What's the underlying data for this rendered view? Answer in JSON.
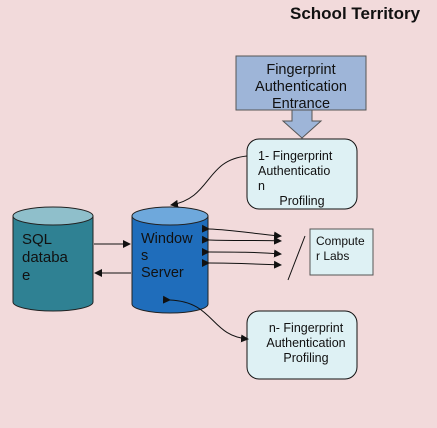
{
  "header": {
    "title": "School Territory"
  },
  "entrance": {
    "lines": [
      "Fingerprint",
      "Authentication",
      "Entrance"
    ]
  },
  "profiling_first": {
    "lines": [
      "1- Fingerprint",
      "Authenticatio",
      "n",
      "Profiling"
    ]
  },
  "computer_labs": {
    "lines": [
      "Compute",
      "r Labs"
    ]
  },
  "profiling_last": {
    "lines": [
      "n- Fingerprint",
      "Authentication",
      "Profiling"
    ]
  },
  "sql_db": {
    "lines": [
      "SQL",
      "databa",
      "e"
    ]
  },
  "server": {
    "lines": [
      "Window",
      "s",
      "Server"
    ]
  },
  "colors": {
    "background": "#f2dadb",
    "entrance_fill": "#9eb5d8",
    "profiling_fill": "#def1f4",
    "labs_fill": "#def1f4",
    "db_body": "#2f8193",
    "db_top": "#8fbfcb",
    "server_body": "#1f6dbb",
    "server_top": "#6ea8dc"
  }
}
